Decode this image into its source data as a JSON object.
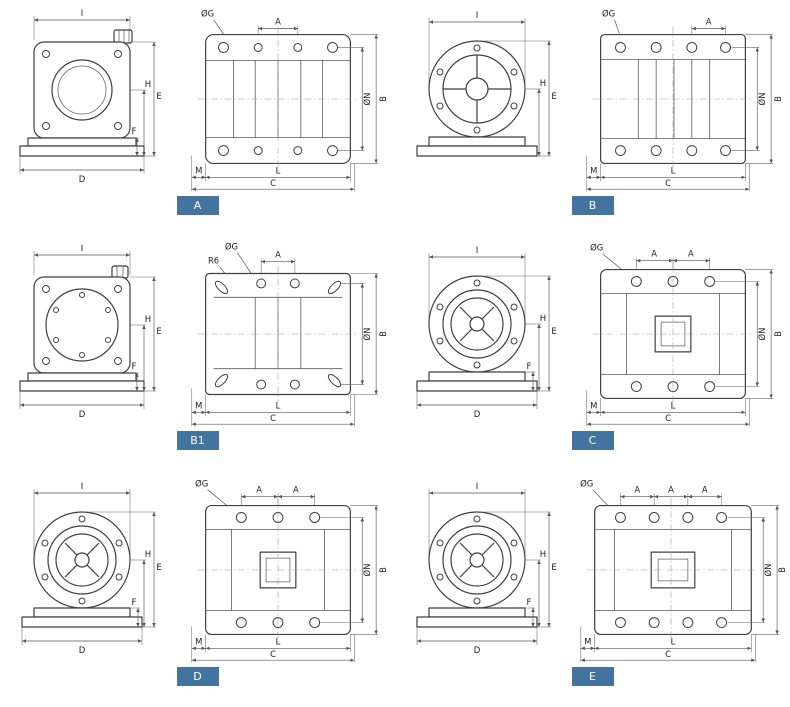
{
  "accent": "#4374a0",
  "panels": [
    {
      "badge": "A",
      "end": {
        "i": "I",
        "e": "E",
        "f": "F",
        "h": "H",
        "d": "D"
      },
      "side": {
        "g": "ØG",
        "a": [
          "A"
        ],
        "b": "B",
        "n": "ØN",
        "m": "M",
        "l": "L",
        "c": "C"
      }
    },
    {
      "badge": "B",
      "end": {
        "i": "I",
        "e": "E",
        "h": "H"
      },
      "side": {
        "g": "ØG",
        "a": [
          "A"
        ],
        "b": "B",
        "n": "ØN",
        "m": "M",
        "l": "L",
        "c": "C"
      }
    },
    {
      "badge": "B1",
      "end": {
        "i": "I",
        "e": "E",
        "f": "F",
        "h": "H",
        "d": "D"
      },
      "side": {
        "g": "ØG",
        "r": "R6",
        "a": [
          "A"
        ],
        "b": "B",
        "n": "ØN",
        "m": "M",
        "l": "L",
        "c": "C"
      }
    },
    {
      "badge": "C",
      "end": {
        "i": "I",
        "e": "E",
        "f": "F",
        "h": "H",
        "d": "D"
      },
      "side": {
        "g": "ØG",
        "a": [
          "A",
          "A"
        ],
        "b": "B",
        "n": "ØN",
        "m": "M",
        "l": "L",
        "c": "C"
      }
    },
    {
      "badge": "D",
      "end": {
        "i": "I",
        "e": "E",
        "f": "F",
        "h": "H",
        "d": "D"
      },
      "side": {
        "g": "ØG",
        "a": [
          "A",
          "A"
        ],
        "b": "B",
        "n": "ØN",
        "m": "M",
        "l": "L",
        "c": "C"
      }
    },
    {
      "badge": "E",
      "end": {
        "i": "I",
        "e": "E",
        "f": "F",
        "h": "H",
        "d": "D"
      },
      "side": {
        "g": "ØG",
        "a": [
          "A",
          "A",
          "A"
        ],
        "b": "B",
        "n": "ØN",
        "m": "M",
        "l": "L",
        "c": "C"
      }
    }
  ]
}
